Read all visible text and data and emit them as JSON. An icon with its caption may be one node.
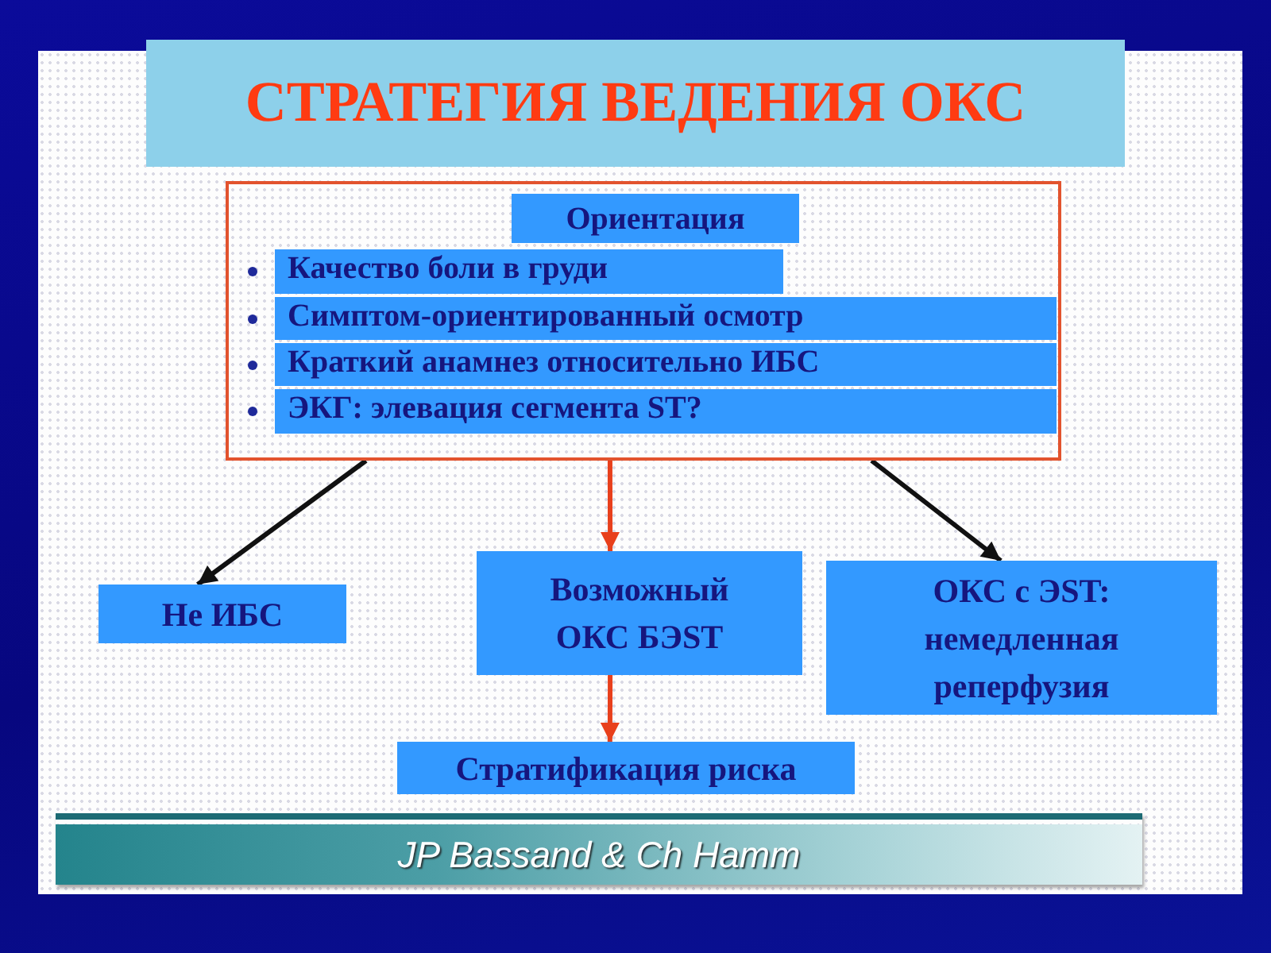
{
  "diagram": {
    "title": "СТРАТЕГИЯ ВЕДЕНИЯ ОКС",
    "nodes": [
      {
        "text": [],
        "shape": "box"
      },
      {
        "text": [
          "Ориентация"
        ],
        "in": 0
      },
      {
        "text": [
          "Качество боли в груди"
        ],
        "in": 0
      },
      {
        "text": [
          "Симптом-ориентированный осмотр"
        ],
        "in": 0
      },
      {
        "text": [
          "Краткий анамнез относительно ИБС"
        ],
        "in": 0
      },
      {
        "text": [
          "ЭКГ: элевация сегмента ST?"
        ],
        "in": 0
      },
      {
        "text": [
          "Не ИБС"
        ]
      },
      {
        "text": [
          "Возможный ОКС БЭST"
        ]
      },
      {
        "text": [
          "ОКС с ЭST: немедленная реперфузия"
        ]
      },
      {
        "text": [
          "Стратификация риска"
        ]
      }
    ],
    "edges": [
      {
        "from": 0,
        "to": 6,
        "arrow": "to"
      },
      {
        "from": 0,
        "to": 7,
        "arrow": "to",
        "color": "#e8401c"
      },
      {
        "from": 0,
        "to": 8,
        "arrow": "to"
      },
      {
        "from": 7,
        "to": 9,
        "arrow": "to",
        "color": "#e8401c"
      }
    ],
    "labels": [
      "JP Bassand & Ch Hamm"
    ]
  }
}
